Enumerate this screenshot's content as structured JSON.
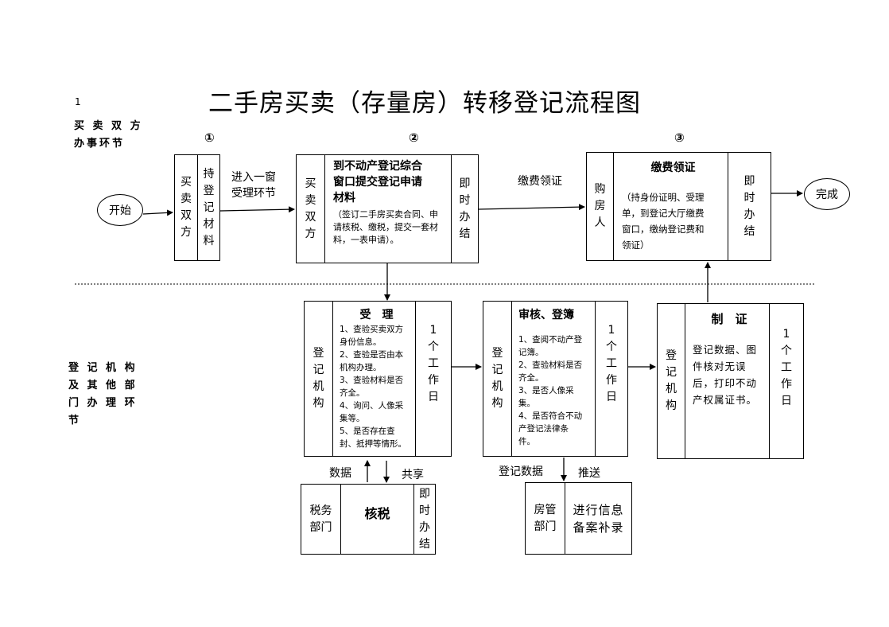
{
  "page_number": "1",
  "title": "二手房买卖（存量房）转移登记流程图",
  "side_labels": {
    "top": [
      "买 卖 双 方",
      "办事环节"
    ],
    "bottom": [
      "登 记 机 构",
      "及 其 他 部",
      "门 办 理 环",
      "节"
    ]
  },
  "step_markers": [
    "①",
    "②",
    "③"
  ],
  "start_label": "开始",
  "end_label": "完成",
  "edge_labels": {
    "enter_window": [
      "进入一窗",
      "受理环节"
    ],
    "pay_fee": "缴费领证",
    "data": "数据",
    "share": "共享",
    "reg_data": "登记数据",
    "push": "推送"
  },
  "box1": {
    "party": [
      "买",
      "卖",
      "双",
      "方"
    ],
    "action": [
      "持",
      "登",
      "记",
      "材",
      "料"
    ]
  },
  "box2": {
    "party": [
      "买",
      "卖",
      "双",
      "方"
    ],
    "heading": [
      "到不动产登记综合",
      "窗口提交登记申请",
      "材料"
    ],
    "detail": [
      "（签订二手房买卖合同、申",
      "请核税、缴税，提交一套材",
      "料，一表申请）。"
    ],
    "timing": [
      "即",
      "时",
      "办",
      "结"
    ]
  },
  "box3": {
    "party": [
      "购",
      "房",
      "人"
    ],
    "heading": "缴费领证",
    "detail": [
      "（持身份证明、受理",
      "单，到登记大厅缴费",
      "窗口，缴纳登记费和",
      "领证）"
    ],
    "timing": [
      "即",
      "时",
      "办",
      "结"
    ]
  },
  "accept": {
    "agency": [
      "登",
      "记",
      "机",
      "构"
    ],
    "heading": "受　理",
    "items": [
      "1、查验买卖双方",
      "身份信息。",
      "2、查验是否由本",
      "机构办理。",
      "3、查验材料是否",
      "齐全。",
      "4、询问、人像采",
      "集等。",
      "5、是否存在查",
      "封、抵押等情形。"
    ],
    "timing": [
      "1",
      "个",
      "工",
      "作",
      "日"
    ]
  },
  "review": {
    "agency": [
      "登",
      "记",
      "机",
      "构"
    ],
    "heading": "审核、登簿",
    "items": [
      "1、查阅不动产登",
      "记簿。",
      "2、查验材料是否",
      "齐全。",
      "3、是否人像采",
      "集。",
      "4、是否符合不动",
      "产登记法律条",
      "件。"
    ],
    "timing": [
      "1",
      "个",
      "工",
      "作",
      "日"
    ]
  },
  "certify": {
    "agency": [
      "登",
      "记",
      "机",
      "构"
    ],
    "heading": "制　证",
    "detail": [
      "登记数据、图",
      "件核对无误",
      "后，打印不动",
      "产权属证书。"
    ],
    "timing": [
      "1",
      "个",
      "工",
      "作",
      "日"
    ]
  },
  "tax": {
    "dept": [
      "税务",
      "部门"
    ],
    "heading": "核税",
    "timing": [
      "即",
      "时",
      "办",
      "结"
    ]
  },
  "housing": {
    "dept": [
      "房管",
      "部门"
    ],
    "heading": [
      "进行信息",
      "备案补录"
    ]
  }
}
